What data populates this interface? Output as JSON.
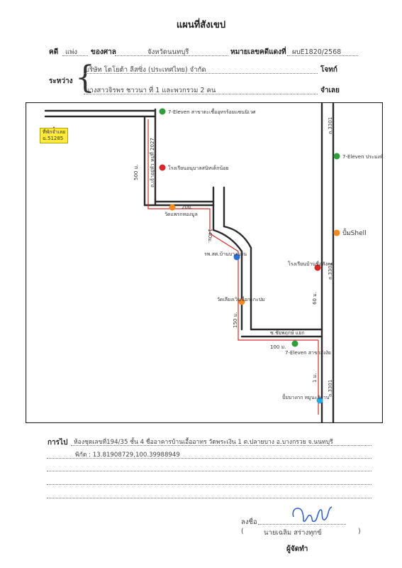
{
  "header": {
    "title": "แผนที่สังเขป"
  },
  "case": {
    "label_case": "คดี",
    "case_type": "แพ่ง",
    "label_court": "ของศาล",
    "court": "จังหวัดนนทบุรี",
    "label_red_no": "หมายเลขคดีแดงที่",
    "red_no": "ผบE1820/2568"
  },
  "parties": {
    "label_between": "ระหว่าง",
    "plaintiff": "บริษัท โตโยต้า ลีสซิ่ง (ประเทศไทย) จำกัด",
    "plaintiff_role": "โจทก์",
    "defendant": "นางสาวจิรพร  ชาวนา  ที่ 1 และพวกรวม 2 คน",
    "defendant_role": "จำเลย"
  },
  "map": {
    "target_note_line1": "ที่พักจำเลย",
    "target_note_line2": "ฉ.51285",
    "road_left_vertical": "ถ.เจ้าอยู่หัว หมู่ที่ 2027",
    "road_right_main": "ถ.3301",
    "road_right_lower": "ถ.3301",
    "road_right_mid": "ถ.3301",
    "road_bottom": "ซ.ชัยพฤกษ์ แยก",
    "dist_500": "500 ม.",
    "dist_20": "20ม.",
    "dist_140": "140ม.",
    "dist_150": "150 ม.",
    "dist_60": "60 ม.",
    "dist_100": "100 ม.",
    "dist_bottom_right": "1 ม.",
    "poi_711_top": "7-Eleven สาขาตะเชื้ออุทรร้อยแซนนิเวศ",
    "poi_school": "โรงเรียนอนุบาลสนิทเด็กน้อย",
    "poi_temple": "วัดแพรกทองมูล",
    "poi_hospital": "รพ.สต.บ้านบางนาน",
    "poi_gas_left": "วัดเลียงเวินชื่อกะกะปม",
    "poi_711_right": "7-Eleven ประมงทันดด",
    "poi_shell": "ปั้มShell",
    "poi_school_right": "โรงเรียนบ้านชื่อสังกด",
    "poi_711_bottom": "7-Eleven สาขาสังงัย",
    "poi_pump_bottom": "ปั้มบางกก หมูนะลิยาน"
  },
  "directions": {
    "label_route": "การไป",
    "line1": "ห้องชุดเลขที่194/35  ชั้น 4 ชื่ออาคารบ้านเอื้ออาทร วัดพระเงิน 1  ต.ปลายบาง อ.บางกรวย จ.นนทบุรี",
    "line2": "พิกัด : 13.81908729,100.39988949"
  },
  "signature": {
    "label_signed": "ลงชื่อ",
    "name_open": "(",
    "name": "นายเฉลิม  สร่างทุกข์",
    "name_close": ")",
    "role": "ผู้จัดทำ"
  },
  "colors": {
    "road": "#2a2a2a",
    "route": "#d32f2f",
    "poi_green": "#2e9d3a",
    "poi_red": "#d62828",
    "poi_orange": "#f08a24",
    "poi_blue": "#2a6fd6",
    "poi_cyan": "#29a7e0",
    "note_yellow": "#ffeb3b"
  }
}
